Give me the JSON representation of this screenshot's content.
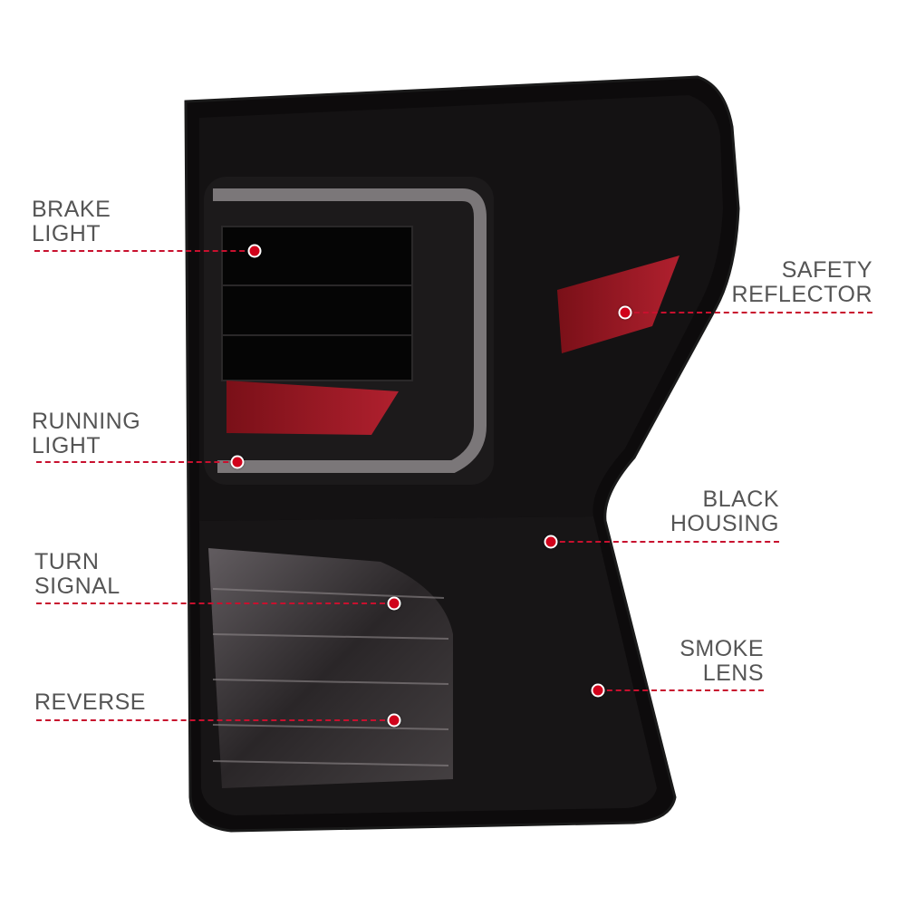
{
  "callouts": {
    "brake_light": {
      "line1": "BRAKE",
      "line2": "LIGHT"
    },
    "running_light": {
      "line1": "RUNNING",
      "line2": "LIGHT"
    },
    "turn_signal": {
      "line1": "TURN",
      "line2": "SIGNAL"
    },
    "reverse": {
      "line1": "REVERSE"
    },
    "safety_reflector": {
      "line1": "SAFETY",
      "line2": "REFLECTOR"
    },
    "black_housing": {
      "line1": "BLACK",
      "line2": "HOUSING"
    },
    "smoke_lens": {
      "line1": "SMOKE",
      "line2": "LENS"
    }
  },
  "colors": {
    "accent": "#c8102e",
    "label": "#555555",
    "housing": "#0d0b0c",
    "reflector": "#8a1420"
  }
}
